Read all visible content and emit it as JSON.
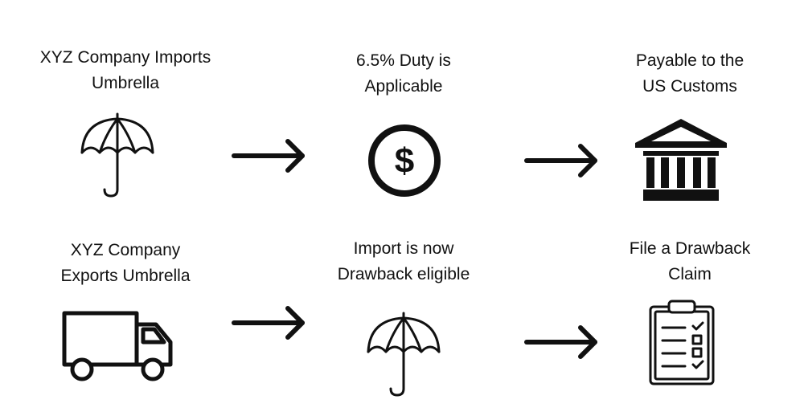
{
  "row1": {
    "step1": {
      "label": "XYZ Company Imports\nUmbrella",
      "icon": "umbrella-icon"
    },
    "step2": {
      "label": "6.5% Duty  is\nApplicable",
      "icon": "dollar-coin-icon",
      "symbol": "$"
    },
    "step3": {
      "label": "Payable to the\nUS Customs",
      "icon": "customs-building-icon"
    }
  },
  "row2": {
    "step1": {
      "label": "XYZ Company\nExports Umbrella",
      "icon": "delivery-truck-icon"
    },
    "step2": {
      "label": "Import is now\nDrawback eligible",
      "icon": "umbrella-icon"
    },
    "step3": {
      "label": "File a Drawback\nClaim",
      "icon": "clipboard-checklist-icon"
    }
  },
  "colors": {
    "ink": "#111111",
    "background": "#ffffff"
  }
}
